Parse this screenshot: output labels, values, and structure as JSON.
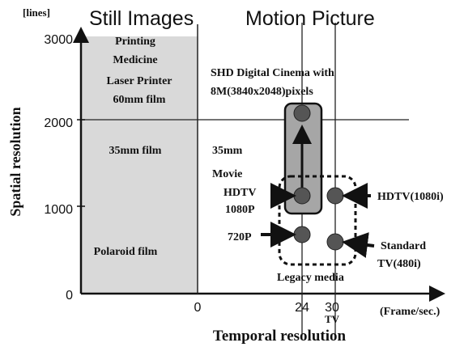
{
  "headings": {
    "still_images": "Still Images",
    "motion_picture": "Motion Picture"
  },
  "axes": {
    "y_unit": "[lines]",
    "y_label": "Spatial resolution",
    "x_label": "Temporal resolution",
    "x_unit": "(Frame/sec.)",
    "y_ticks": [
      "3000",
      "2000",
      "1000",
      "0"
    ],
    "x_ticks": [
      "0",
      "24",
      "30"
    ],
    "tv_label": "TV"
  },
  "still_region": {
    "upper_lines": [
      "Printing",
      "Medicine",
      "Laser Printer",
      "60mm film"
    ],
    "middle": "35mm film",
    "lower": "Polaroid film"
  },
  "motion_labels": {
    "shd_line1": "SHD Digital Cinema  with",
    "shd_line2": "8M(3840x2048)pixels",
    "movie_35mm": "35mm",
    "movie": "Movie",
    "hdtv_1080p_line1": "HDTV",
    "hdtv_1080p_line2": "1080P",
    "p720": "720P",
    "hdtv_1080i": "HDTV(1080i)",
    "standard_line1": "Standard",
    "standard_line2": "TV(480i)",
    "legacy": "Legacy media"
  },
  "colors": {
    "shade": "#d9d9d9",
    "box_fill": "#a6a6a6",
    "dot": "#555555",
    "ink": "#111111"
  }
}
